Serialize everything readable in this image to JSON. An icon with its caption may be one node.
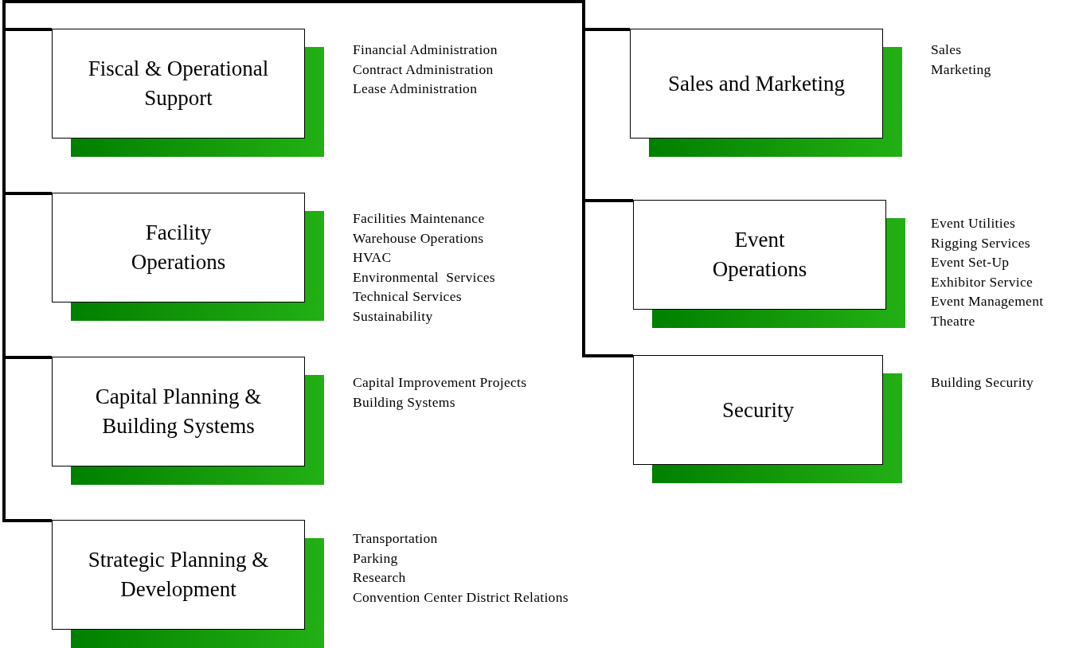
{
  "diagram": {
    "nodes": [
      {
        "text": [
          "Fiscal & Operational Support"
        ],
        "beside": [
          "Financial Administration",
          "Contract Administration",
          "Lease Administration"
        ]
      },
      {
        "text": [
          "Facility Operations"
        ],
        "beside": [
          "Facilities Maintenance",
          "Warehouse Operations",
          "HVAC",
          "Environmental  Services",
          "Technical Services",
          "Sustainability"
        ]
      },
      {
        "text": [
          "Capital Planning & Building Systems"
        ],
        "beside": [
          "Capital Improvement Projects",
          "Building Systems"
        ]
      },
      {
        "text": [
          "Strategic Planning & Development"
        ],
        "beside": [
          "Transportation",
          "Parking",
          "Research",
          "Convention Center District Relations"
        ]
      },
      {
        "text": [
          "Sales and Marketing"
        ],
        "beside": [
          "Sales",
          "Marketing"
        ]
      },
      {
        "text": [
          "Event Operations"
        ],
        "beside": [
          "Event Utilities",
          "Rigging Services",
          "Event Set-Up",
          "Exhibitor Service",
          "Event Management",
          "Theatre"
        ]
      },
      {
        "text": [
          "Security"
        ],
        "beside": [
          "Building Security"
        ]
      }
    ],
    "edges": [
      {
        "from": null,
        "to": 0,
        "arrow": "none"
      },
      {
        "from": null,
        "to": 1,
        "arrow": "none"
      },
      {
        "from": null,
        "to": 2,
        "arrow": "none"
      },
      {
        "from": null,
        "to": 3,
        "arrow": "none"
      },
      {
        "from": null,
        "to": 4,
        "arrow": "none"
      },
      {
        "from": null,
        "to": 5,
        "arrow": "none"
      },
      {
        "from": null,
        "to": 6,
        "arrow": "none"
      }
    ]
  }
}
